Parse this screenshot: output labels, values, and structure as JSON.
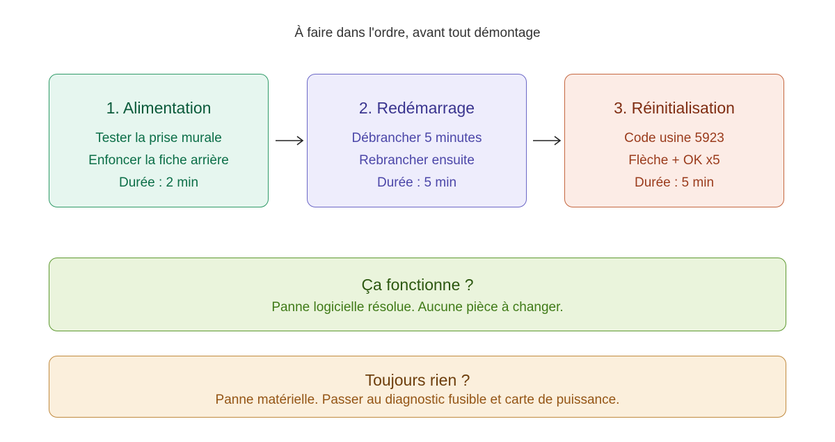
{
  "subtitle": "À faire dans l'ordre, avant tout démontage",
  "steps": [
    {
      "title": "1. Alimentation",
      "lines": [
        "Tester la prise murale",
        "Enfoncer la fiche arrière",
        "Durée : 2 min"
      ]
    },
    {
      "title": "2. Redémarrage",
      "lines": [
        "Débrancher 5 minutes",
        "Rebrancher ensuite",
        "Durée : 5 min"
      ]
    },
    {
      "title": "3. Réinitialisation",
      "lines": [
        "Code usine 5923",
        "Flèche + OK x5",
        "Durée : 5 min"
      ]
    }
  ],
  "outcomes": {
    "success": {
      "title": "Ça fonctionne ?",
      "text": "Panne logicielle résolue. Aucune pièce à changer."
    },
    "failure": {
      "title": "Toujours rien ?",
      "text": "Panne matérielle. Passer au diagnostic fusible et carte de puissance."
    }
  },
  "colors": {
    "step1": "#2f9a67",
    "step2": "#6b67c6",
    "step3": "#c4663f",
    "success": "#5e9a31",
    "failure": "#c08a3f",
    "arrow": "#222222"
  }
}
